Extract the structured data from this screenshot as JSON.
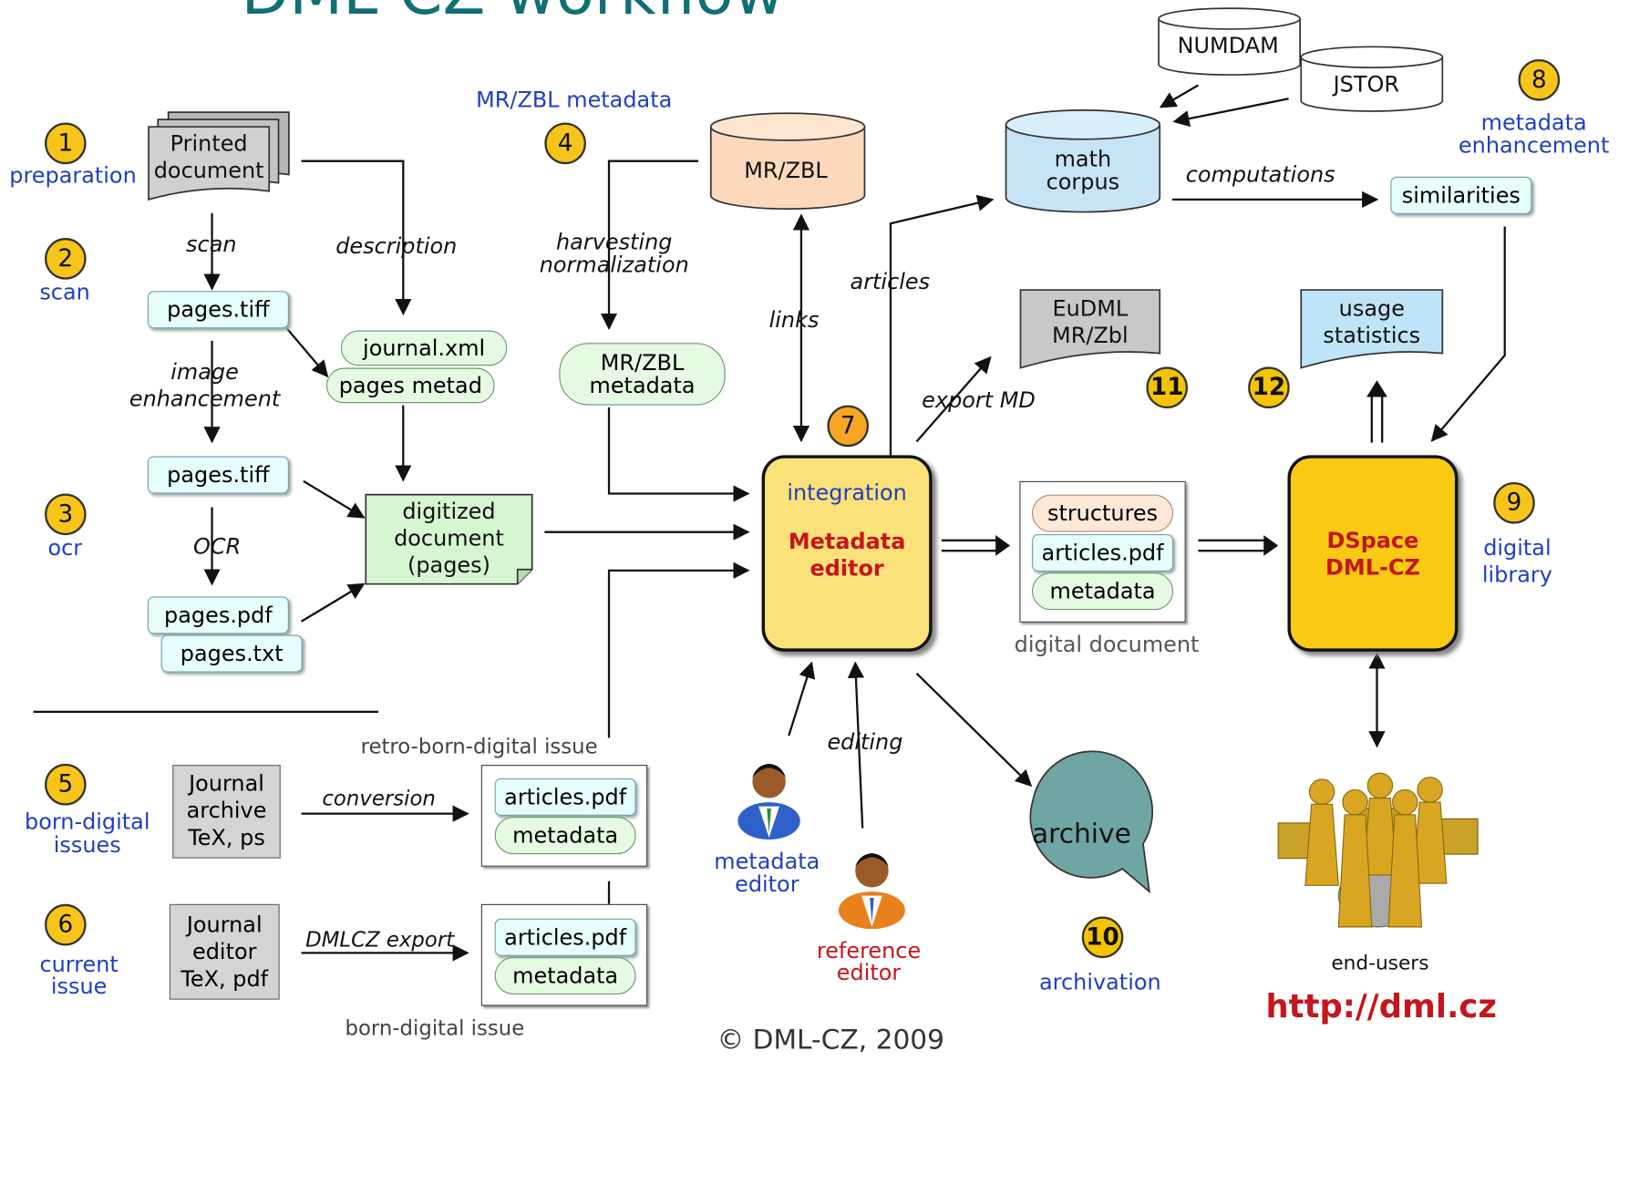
{
  "title": "DML-CZ workflow",
  "steps": [
    {
      "n": "1",
      "label": "preparation"
    },
    {
      "n": "2",
      "label": "scan"
    },
    {
      "n": "3",
      "label": "ocr"
    },
    {
      "n": "4",
      "label": "MR/ZBL metadata"
    },
    {
      "n": "5",
      "label": "born-digital issues"
    },
    {
      "n": "6",
      "label": "current issue"
    },
    {
      "n": "7",
      "label": ""
    },
    {
      "n": "8",
      "label": "metadata enhancement"
    },
    {
      "n": "9",
      "label": "digital library"
    },
    {
      "n": "10",
      "label": "archivation"
    },
    {
      "n": "11",
      "label": ""
    },
    {
      "n": "12",
      "label": ""
    }
  ],
  "nodes": {
    "printed_document": "Printed document",
    "pages_tiff_1": "pages.tiff",
    "pages_tiff_2": "pages.tiff",
    "pages_pdf": "pages.pdf",
    "pages_txt": "pages.txt",
    "journal_xml": "journal.xml",
    "pages_metad": "pages metad",
    "digitized_document": "digitized document (pages)",
    "mr_zbl_db": "MR/ZBL",
    "mr_zbl_metadata": "MR/ZBL metadata",
    "numdam": "NUMDAM",
    "jstor": "JSTOR",
    "math_corpus": "math corpus",
    "similarities": "similarities",
    "eudml": "EuDML MR/Zbl",
    "usage_statistics": "usage statistics",
    "integration": "integration",
    "metadata_editor": "Metadata editor",
    "structures": "structures",
    "articles_pdf_main": "articles.pdf",
    "metadata_main": "metadata",
    "digital_document": "digital document",
    "dspace": "DSpace DML-CZ",
    "journal_archive": "Journal archive TeX, ps",
    "journal_editor": "Journal editor TeX, pdf",
    "articles_pdf_retro": "articles.pdf",
    "metadata_retro": "metadata",
    "articles_pdf_born": "articles.pdf",
    "metadata_born": "metadata",
    "retro_born_digital_issue": "retro-born-digital issue",
    "born_digital_issue": "born-digital issue",
    "archive": "archive",
    "metadata_editor_person": "metadata editor",
    "reference_editor_person": "reference editor",
    "end_users": "end-users",
    "url": "http://dml.cz",
    "copyright": "© DML-CZ, 2009"
  },
  "edge_labels": {
    "scan": "scan",
    "description": "description",
    "image_enhancement": "image enhancement",
    "ocr": "OCR",
    "harvesting": "harvesting normalization",
    "links": "links",
    "articles": "articles",
    "computations": "computations",
    "export_md": "export MD",
    "editing": "editing",
    "conversion": "conversion",
    "dmlcz_export": "DMLCZ export"
  },
  "colors": {
    "title": "#0f6f73",
    "step_label": "#1f3fbf",
    "reference_editor": "#c4161c",
    "url": "#c4161c",
    "badge": "#f7c51a",
    "metadata_editor_box": "#fbe17a",
    "dspace_box": "#f9c914",
    "archive": "#6fa6a3"
  }
}
